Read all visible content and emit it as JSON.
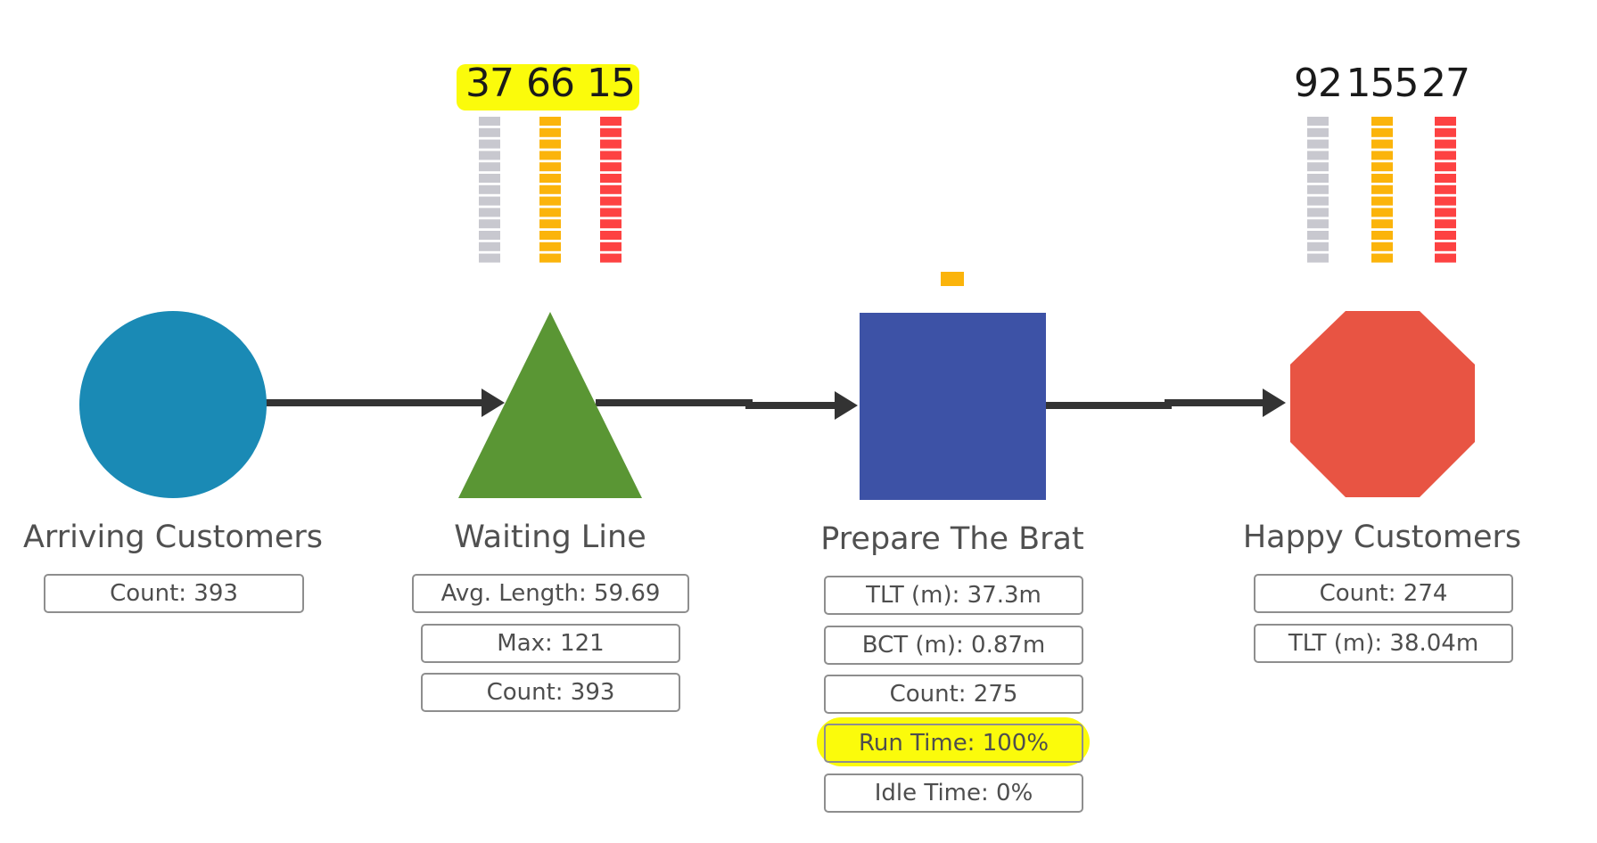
{
  "colors": {
    "arrow": "#333333",
    "circle": "#1a8ab5",
    "triangle": "#5a9634",
    "square": "#3d52a6",
    "octagon": "#e85443",
    "gray_block": "#c8c8cf",
    "orange_block": "#fbb40b",
    "red_block": "#fd4242",
    "highlight": "#fbfb0b"
  },
  "nodes": {
    "arriving": {
      "label": "Arriving Customers",
      "icon": "circle",
      "stats": [
        "Count: 393"
      ]
    },
    "waiting": {
      "label": "Waiting Line",
      "icon": "triangle",
      "queue_counts": [
        "37",
        "66",
        "15"
      ],
      "stats": [
        "Avg. Length: 59.69",
        "Max: 121",
        "Count: 393"
      ]
    },
    "prepare": {
      "label": "Prepare The Brat",
      "icon": "square",
      "stats": [
        "TLT (m): 37.3m",
        "BCT (m): 0.87m",
        "Count: 275",
        "Run Time: 100%",
        "Idle Time: 0%"
      ]
    },
    "happy": {
      "label": "Happy Customers",
      "icon": "octagon",
      "queue_counts": [
        "92",
        "155",
        "27"
      ],
      "stats": [
        "Count: 274",
        "TLT (m): 38.04m"
      ]
    }
  }
}
